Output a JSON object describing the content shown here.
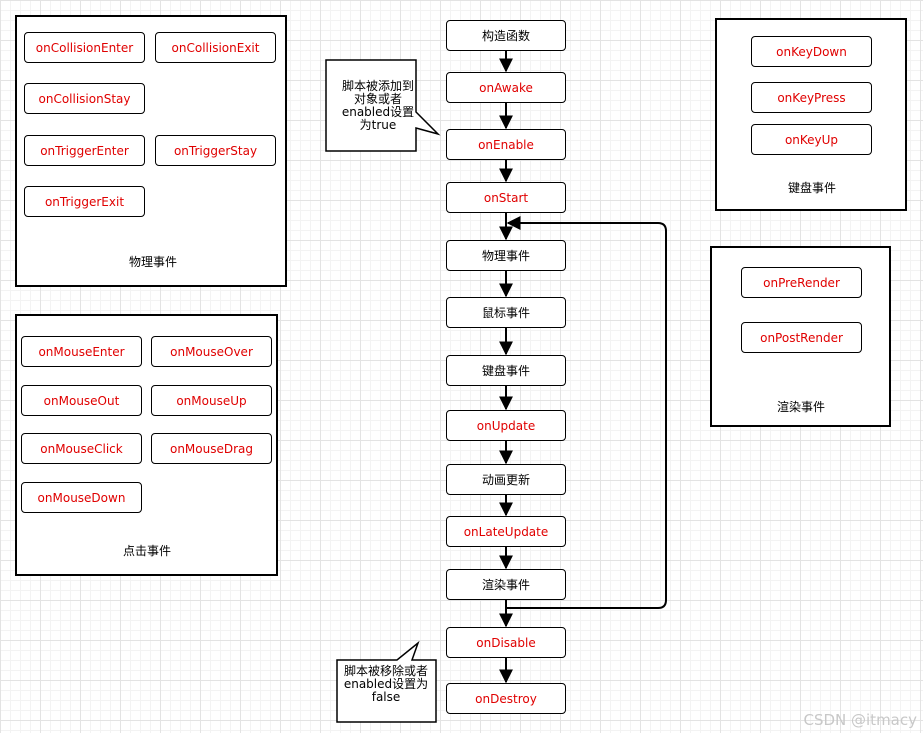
{
  "physics": {
    "title": "物理事件",
    "items": [
      "onCollisionEnter",
      "onCollisionExit",
      "onCollisionStay",
      "onTriggerEnter",
      "onTriggerStay",
      "onTriggerExit"
    ]
  },
  "mouse": {
    "title": "点击事件",
    "items": [
      "onMouseEnter",
      "onMouseOver",
      "onMouseOut",
      "onMouseUp",
      "onMouseClick",
      "onMouseDrag",
      "onMouseDown"
    ]
  },
  "keyboard": {
    "title": "键盘事件",
    "items": [
      "onKeyDown",
      "onKeyPress",
      "onKeyUp"
    ]
  },
  "render": {
    "title": "渲染事件",
    "items": [
      "onPreRender",
      "onPostRender"
    ]
  },
  "flow": [
    {
      "label": "构造函数",
      "color": "#000000"
    },
    {
      "label": "onAwake",
      "color": "#e00000"
    },
    {
      "label": "onEnable",
      "color": "#e00000"
    },
    {
      "label": "onStart",
      "color": "#e00000"
    },
    {
      "label": "物理事件",
      "color": "#000000"
    },
    {
      "label": "鼠标事件",
      "color": "#000000"
    },
    {
      "label": "键盘事件",
      "color": "#000000"
    },
    {
      "label": "onUpdate",
      "color": "#e00000"
    },
    {
      "label": "动画更新",
      "color": "#000000"
    },
    {
      "label": "onLateUpdate",
      "color": "#e00000"
    },
    {
      "label": "渲染事件",
      "color": "#000000"
    },
    {
      "label": "onDisable",
      "color": "#e00000"
    },
    {
      "label": "onDestroy",
      "color": "#e00000"
    }
  ],
  "notes": {
    "enable": "脚本被添加到对象或者enabled设置为true",
    "disable": "脚本被移除或者enabled设置为false"
  },
  "watermark": "CSDN @itmacy",
  "colors": {
    "event_text": "#e00000",
    "line": "#000000"
  }
}
